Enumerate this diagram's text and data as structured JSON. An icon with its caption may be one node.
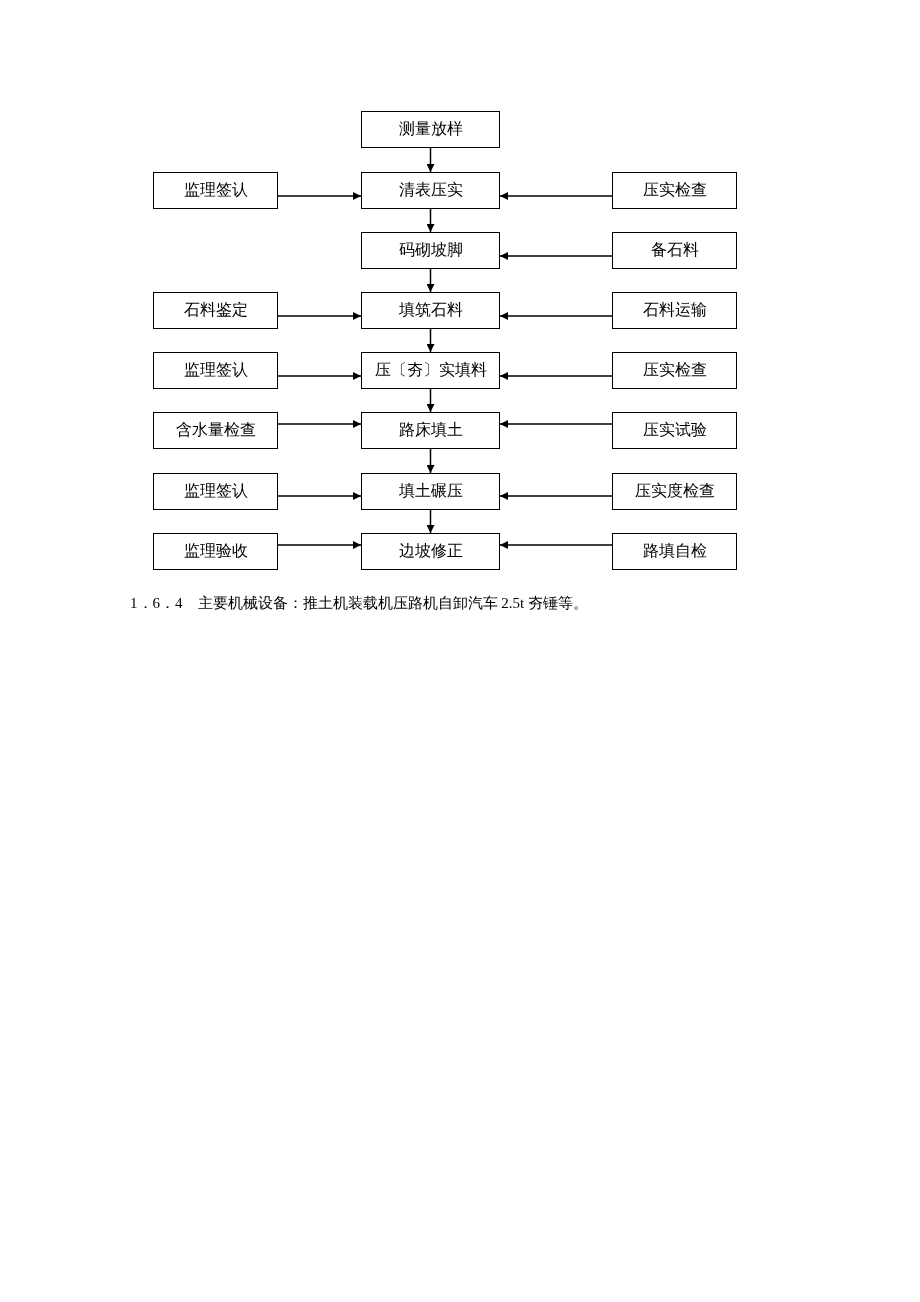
{
  "diagram": {
    "nodes": [
      {
        "text": [
          "测量放样"
        ]
      },
      {
        "text": [
          "监理签认"
        ]
      },
      {
        "text": [
          "清表压实"
        ]
      },
      {
        "text": [
          "压实检查"
        ]
      },
      {
        "text": [
          "码砌坡脚"
        ]
      },
      {
        "text": [
          "备石料"
        ]
      },
      {
        "text": [
          "石料鉴定"
        ]
      },
      {
        "text": [
          "填筑石料"
        ]
      },
      {
        "text": [
          "石料运输"
        ]
      },
      {
        "text": [
          "监理签认"
        ]
      },
      {
        "text": [
          "压〔夯〕实填料"
        ]
      },
      {
        "text": [
          "压实检查"
        ]
      },
      {
        "text": [
          "含水量检查"
        ]
      },
      {
        "text": [
          "路床填土"
        ]
      },
      {
        "text": [
          "压实试验"
        ]
      },
      {
        "text": [
          "监理签认"
        ]
      },
      {
        "text": [
          "填土碾压"
        ]
      },
      {
        "text": [
          "压实度检查"
        ]
      },
      {
        "text": [
          "监理验收"
        ]
      },
      {
        "text": [
          "边坡修正"
        ]
      },
      {
        "text": [
          "路填自检"
        ]
      }
    ],
    "edges": [
      {
        "from": 0,
        "to": 2,
        "arrow": "to"
      },
      {
        "from": 2,
        "to": 4,
        "arrow": "to"
      },
      {
        "from": 4,
        "to": 7,
        "arrow": "to"
      },
      {
        "from": 7,
        "to": 10,
        "arrow": "to"
      },
      {
        "from": 10,
        "to": 13,
        "arrow": "to"
      },
      {
        "from": 13,
        "to": 16,
        "arrow": "to"
      },
      {
        "from": 16,
        "to": 19,
        "arrow": "to"
      },
      {
        "from": 1,
        "to": 2,
        "arrow": "to"
      },
      {
        "from": 3,
        "to": 2,
        "arrow": "to"
      },
      {
        "from": 5,
        "to": 4,
        "arrow": "to"
      },
      {
        "from": 6,
        "to": 7,
        "arrow": "to"
      },
      {
        "from": 8,
        "to": 7,
        "arrow": "to"
      },
      {
        "from": 9,
        "to": 10,
        "arrow": "to"
      },
      {
        "from": 11,
        "to": 10,
        "arrow": "to"
      },
      {
        "from": 12,
        "to": 13,
        "arrow": "to"
      },
      {
        "from": 14,
        "to": 13,
        "arrow": "to"
      },
      {
        "from": 15,
        "to": 16,
        "arrow": "to"
      },
      {
        "from": 17,
        "to": 16,
        "arrow": "to"
      },
      {
        "from": 18,
        "to": 19,
        "arrow": "to"
      },
      {
        "from": 20,
        "to": 19,
        "arrow": "to"
      }
    ],
    "labels": [
      "1．6．4　主要机械设备：推土机装载机压路机自卸汽车 2.5t 夯锤等。"
    ]
  }
}
